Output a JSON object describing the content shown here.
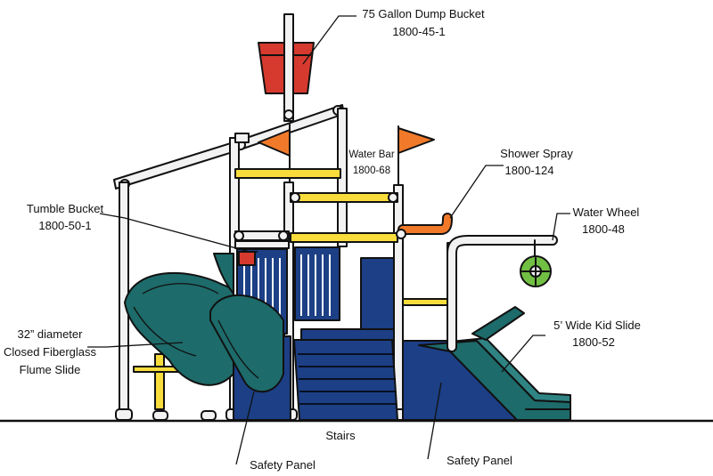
{
  "labels": {
    "dump_bucket": {
      "name": "75 Gallon Dump Bucket",
      "code": "1800-45-1"
    },
    "water_bar": {
      "name": "Water Bar",
      "code": "1800-68"
    },
    "shower_spray": {
      "name": "Shower Spray",
      "code": "1800-124"
    },
    "water_wheel": {
      "name": "Water Wheel",
      "code": "1800-48"
    },
    "tumble_bucket": {
      "name": "Tumble Bucket",
      "code": "1800-50-1"
    },
    "flume_slide": {
      "line1": "32” diameter",
      "line2": "Closed Fiberglass",
      "line3": "Flume Slide"
    },
    "kid_slide": {
      "name": "5’ Wide Kid Slide",
      "code": "1800-52"
    },
    "stairs": "Stairs",
    "safety_panel_left": "Safety Panel",
    "safety_panel_right": "Safety Panel"
  },
  "colors": {
    "red": "#d63a2e",
    "orange": "#f07a2a",
    "yellow": "#f7dc3c",
    "teal": "#1d6b6a",
    "navy": "#1c3f86",
    "green": "#72c043",
    "post": "#f2f2f2"
  }
}
